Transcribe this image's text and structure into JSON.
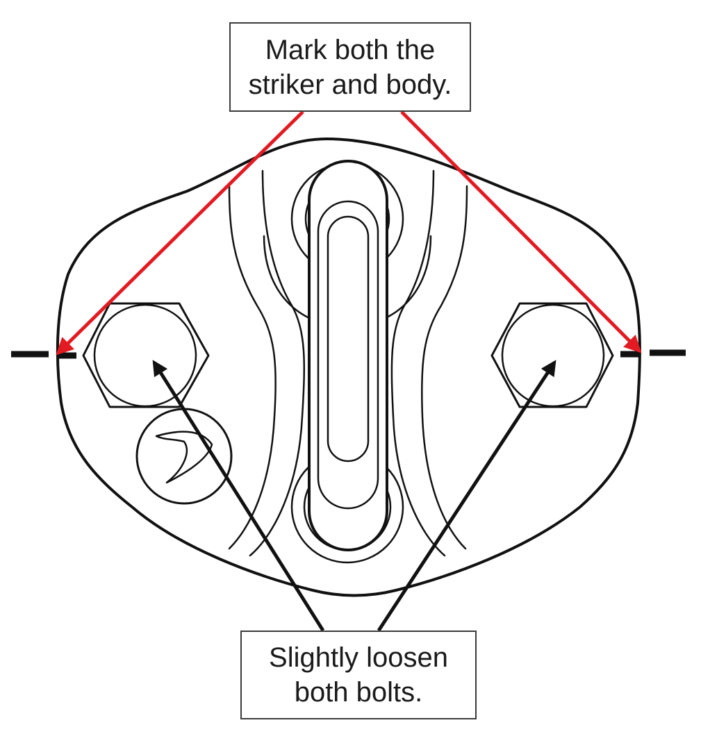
{
  "callouts": {
    "mark": {
      "line1": "Mark both the",
      "line2": "striker and body."
    },
    "loosen": {
      "line1": "Slightly loosen",
      "line2": "both bolts."
    }
  },
  "colors": {
    "ink": "#111111",
    "mark_arrow": "#e21b23",
    "box_border": "#3a3a3a",
    "background": "#ffffff"
  }
}
